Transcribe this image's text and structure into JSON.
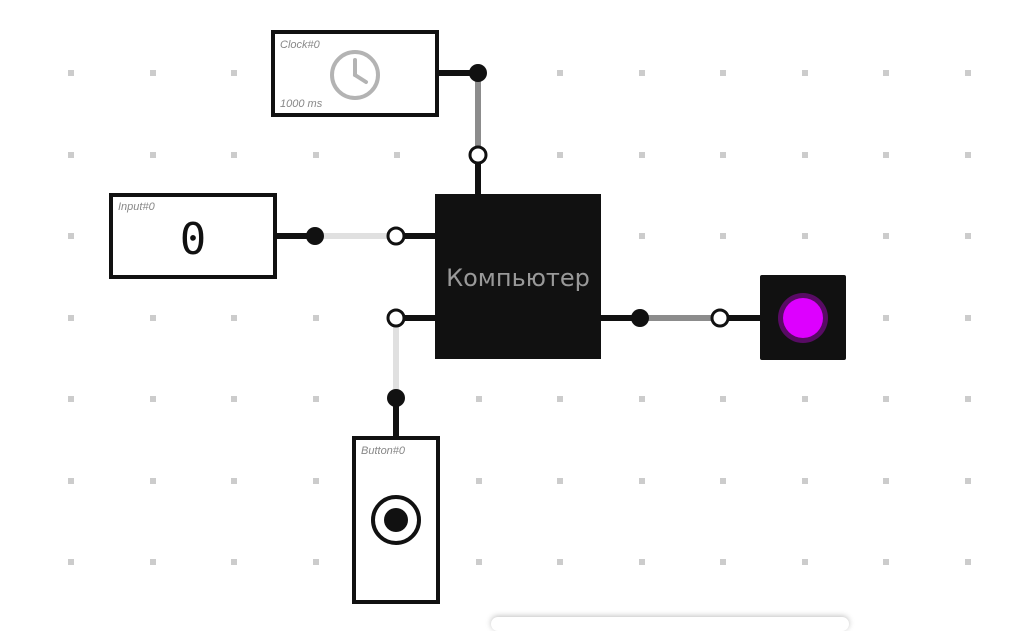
{
  "canvas": {
    "background": "#ffffff",
    "grid_dot_color": "#cccccc"
  },
  "components": {
    "clock": {
      "label": "Clock#0",
      "period": "1000 ms",
      "icon": "clock-icon"
    },
    "input": {
      "label": "Input#0",
      "value": "0"
    },
    "button": {
      "label": "Button#0",
      "icon": "push-button-icon"
    },
    "chip": {
      "label": "Компьютер",
      "color": "#111111"
    },
    "led": {
      "color": "#dd00ff",
      "state": "on"
    }
  },
  "wires": {
    "clock_to_chip": {
      "color": "#8c8c8c"
    },
    "input_to_chip": {
      "color": "#e0e0e0"
    },
    "button_to_chip": {
      "color": "#e0e0e0"
    },
    "chip_to_led": {
      "color": "#8c8c8c"
    }
  }
}
